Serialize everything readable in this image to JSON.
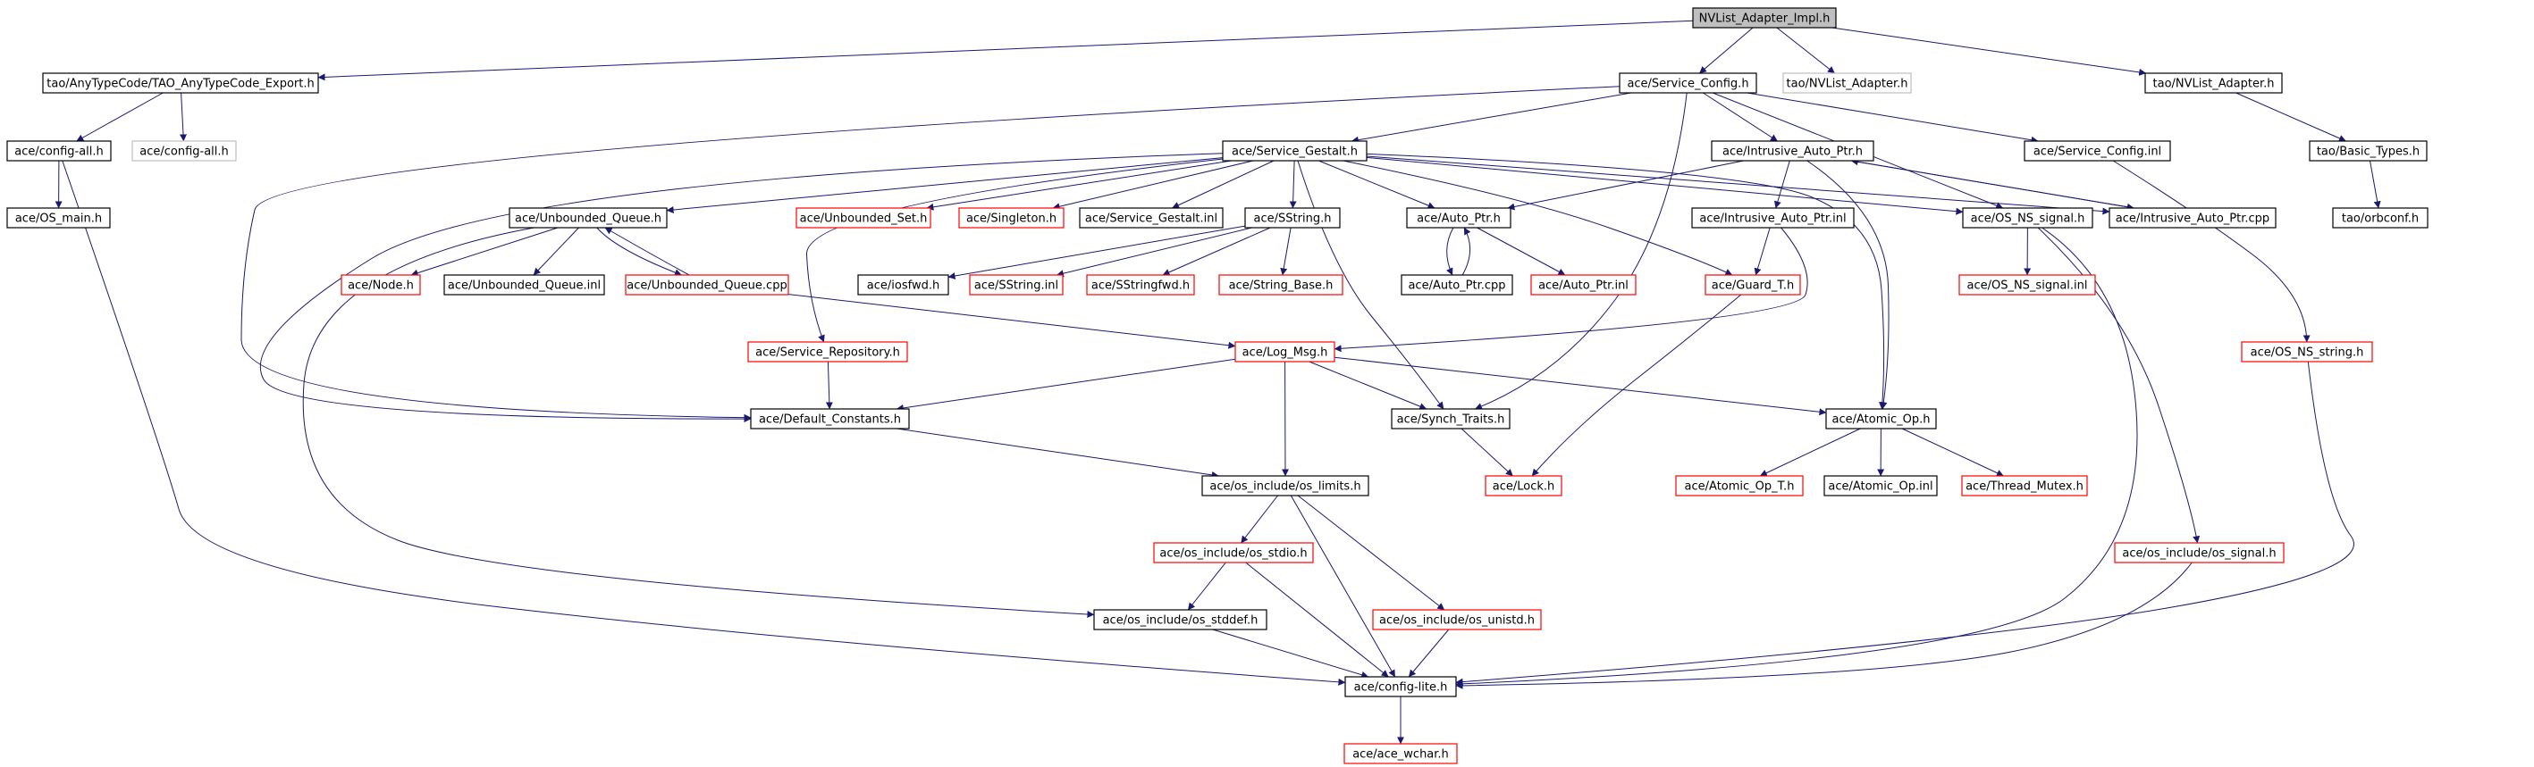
{
  "colors": {
    "background": "#ffffff",
    "edge": "#191970",
    "root_fill": "#bfbfbf",
    "box_black": "#000000",
    "box_red": "#ff0000",
    "box_grey": "#bfbfbf"
  },
  "diagram": {
    "nodes": [
      {
        "id": "nvlist_adapter_impl",
        "label": "NVList_Adapter_Impl.h",
        "style": "root"
      },
      {
        "id": "anytypecode_export",
        "label": "tao/AnyTypeCode/TAO_AnyTypeCode_Export.h",
        "style": "black"
      },
      {
        "id": "service_config_h",
        "label": "ace/Service_Config.h",
        "style": "black"
      },
      {
        "id": "tao_nvlist_adapter_grey",
        "label": "tao/NVList_Adapter.h",
        "style": "grey"
      },
      {
        "id": "tao_nvlist_adapter",
        "label": "tao/NVList_Adapter.h",
        "style": "black"
      },
      {
        "id": "config_all_h",
        "label": "ace/config-all.h",
        "style": "black"
      },
      {
        "id": "config_all_grey",
        "label": "ace/config-all.h",
        "style": "grey"
      },
      {
        "id": "service_gestalt_h",
        "label": "ace/Service_Gestalt.h",
        "style": "black"
      },
      {
        "id": "intrusive_auto_ptr_h",
        "label": "ace/Intrusive_Auto_Ptr.h",
        "style": "black"
      },
      {
        "id": "service_config_inl",
        "label": "ace/Service_Config.inl",
        "style": "black"
      },
      {
        "id": "basic_types_h",
        "label": "tao/Basic_Types.h",
        "style": "black"
      },
      {
        "id": "os_main_h",
        "label": "ace/OS_main.h",
        "style": "black"
      },
      {
        "id": "unbounded_queue_h",
        "label": "ace/Unbounded_Queue.h",
        "style": "black"
      },
      {
        "id": "unbounded_set_h",
        "label": "ace/Unbounded_Set.h",
        "style": "red"
      },
      {
        "id": "singleton_h",
        "label": "ace/Singleton.h",
        "style": "red"
      },
      {
        "id": "service_gestalt_inl",
        "label": "ace/Service_Gestalt.inl",
        "style": "black"
      },
      {
        "id": "sstring_h",
        "label": "ace/SString.h",
        "style": "black"
      },
      {
        "id": "auto_ptr_h",
        "label": "ace/Auto_Ptr.h",
        "style": "black"
      },
      {
        "id": "intrusive_auto_ptr_inl",
        "label": "ace/Intrusive_Auto_Ptr.inl",
        "style": "black"
      },
      {
        "id": "os_ns_signal_h",
        "label": "ace/OS_NS_signal.h",
        "style": "black"
      },
      {
        "id": "intrusive_auto_ptr_cpp",
        "label": "ace/Intrusive_Auto_Ptr.cpp",
        "style": "black"
      },
      {
        "id": "orbconf_h",
        "label": "tao/orbconf.h",
        "style": "black"
      },
      {
        "id": "node_h",
        "label": "ace/Node.h",
        "style": "red"
      },
      {
        "id": "unbounded_queue_inl",
        "label": "ace/Unbounded_Queue.inl",
        "style": "black"
      },
      {
        "id": "unbounded_queue_cpp",
        "label": "ace/Unbounded_Queue.cpp",
        "style": "red"
      },
      {
        "id": "iosfwd_h",
        "label": "ace/iosfwd.h",
        "style": "black"
      },
      {
        "id": "sstring_inl",
        "label": "ace/SString.inl",
        "style": "red"
      },
      {
        "id": "sstringfwd_h",
        "label": "ace/SStringfwd.h",
        "style": "red"
      },
      {
        "id": "string_base_h",
        "label": "ace/String_Base.h",
        "style": "red"
      },
      {
        "id": "auto_ptr_cpp",
        "label": "ace/Auto_Ptr.cpp",
        "style": "black"
      },
      {
        "id": "auto_ptr_inl",
        "label": "ace/Auto_Ptr.inl",
        "style": "red"
      },
      {
        "id": "guard_t_h",
        "label": "ace/Guard_T.h",
        "style": "red"
      },
      {
        "id": "os_ns_signal_inl",
        "label": "ace/OS_NS_signal.inl",
        "style": "red"
      },
      {
        "id": "os_ns_string_h",
        "label": "ace/OS_NS_string.h",
        "style": "red"
      },
      {
        "id": "service_repository_h",
        "label": "ace/Service_Repository.h",
        "style": "red"
      },
      {
        "id": "log_msg_h",
        "label": "ace/Log_Msg.h",
        "style": "red"
      },
      {
        "id": "default_constants_h",
        "label": "ace/Default_Constants.h",
        "style": "black"
      },
      {
        "id": "synch_traits_h",
        "label": "ace/Synch_Traits.h",
        "style": "black"
      },
      {
        "id": "atomic_op_h",
        "label": "ace/Atomic_Op.h",
        "style": "black"
      },
      {
        "id": "os_limits_h",
        "label": "ace/os_include/os_limits.h",
        "style": "black"
      },
      {
        "id": "lock_h",
        "label": "ace/Lock.h",
        "style": "red"
      },
      {
        "id": "atomic_op_t_h",
        "label": "ace/Atomic_Op_T.h",
        "style": "red"
      },
      {
        "id": "atomic_op_inl",
        "label": "ace/Atomic_Op.inl",
        "style": "black"
      },
      {
        "id": "thread_mutex_h",
        "label": "ace/Thread_Mutex.h",
        "style": "red"
      },
      {
        "id": "os_stdio_h",
        "label": "ace/os_include/os_stdio.h",
        "style": "red"
      },
      {
        "id": "os_signal_h",
        "label": "ace/os_include/os_signal.h",
        "style": "red"
      },
      {
        "id": "os_stddef_h",
        "label": "ace/os_include/os_stddef.h",
        "style": "black"
      },
      {
        "id": "os_unistd_h",
        "label": "ace/os_include/os_unistd.h",
        "style": "red"
      },
      {
        "id": "config_lite_h",
        "label": "ace/config-lite.h",
        "style": "black"
      },
      {
        "id": "ace_wchar_h",
        "label": "ace/ace_wchar.h",
        "style": "red"
      }
    ],
    "edges": [
      [
        "nvlist_adapter_impl",
        "anytypecode_export"
      ],
      [
        "nvlist_adapter_impl",
        "service_config_h"
      ],
      [
        "nvlist_adapter_impl",
        "tao_nvlist_adapter_grey"
      ],
      [
        "nvlist_adapter_impl",
        "tao_nvlist_adapter"
      ],
      [
        "anytypecode_export",
        "config_all_h"
      ],
      [
        "anytypecode_export",
        "config_all_grey"
      ],
      [
        "config_all_h",
        "os_main_h"
      ],
      [
        "config_all_h",
        "config_lite_h"
      ],
      [
        "service_config_h",
        "service_gestalt_h"
      ],
      [
        "service_config_h",
        "intrusive_auto_ptr_h"
      ],
      [
        "service_config_h",
        "service_config_inl"
      ],
      [
        "service_config_h",
        "os_ns_signal_h"
      ],
      [
        "service_config_h",
        "default_constants_h"
      ],
      [
        "service_config_h",
        "synch_traits_h"
      ],
      [
        "tao_nvlist_adapter",
        "basic_types_h"
      ],
      [
        "basic_types_h",
        "orbconf_h"
      ],
      [
        "service_config_inl",
        "os_ns_string_h"
      ],
      [
        "os_ns_string_h",
        "config_lite_h"
      ],
      [
        "service_gestalt_h",
        "unbounded_queue_h"
      ],
      [
        "service_gestalt_h",
        "unbounded_set_h"
      ],
      [
        "service_gestalt_h",
        "singleton_h"
      ],
      [
        "service_gestalt_h",
        "service_gestalt_inl"
      ],
      [
        "service_gestalt_h",
        "sstring_h"
      ],
      [
        "service_gestalt_h",
        "auto_ptr_h"
      ],
      [
        "service_gestalt_h",
        "intrusive_auto_ptr_cpp"
      ],
      [
        "service_gestalt_h",
        "os_ns_signal_h"
      ],
      [
        "service_gestalt_h",
        "guard_t_h"
      ],
      [
        "service_gestalt_h",
        "service_repository_h"
      ],
      [
        "service_gestalt_h",
        "synch_traits_h"
      ],
      [
        "service_gestalt_h",
        "atomic_op_h"
      ],
      [
        "service_gestalt_h",
        "default_constants_h"
      ],
      [
        "intrusive_auto_ptr_h",
        "intrusive_auto_ptr_inl"
      ],
      [
        "intrusive_auto_ptr_h",
        "intrusive_auto_ptr_cpp"
      ],
      [
        "intrusive_auto_ptr_h",
        "auto_ptr_h"
      ],
      [
        "intrusive_auto_ptr_h",
        "atomic_op_h"
      ],
      [
        "intrusive_auto_ptr_cpp",
        "intrusive_auto_ptr_h"
      ],
      [
        "intrusive_auto_ptr_inl",
        "guard_t_h"
      ],
      [
        "intrusive_auto_ptr_inl",
        "log_msg_h"
      ],
      [
        "unbounded_queue_h",
        "node_h"
      ],
      [
        "unbounded_queue_h",
        "unbounded_queue_inl"
      ],
      [
        "unbounded_queue_h",
        "unbounded_queue_cpp"
      ],
      [
        "unbounded_queue_h",
        "os_stddef_h"
      ],
      [
        "unbounded_queue_cpp",
        "unbounded_queue_h"
      ],
      [
        "unbounded_queue_cpp",
        "log_msg_h"
      ],
      [
        "sstring_h",
        "iosfwd_h"
      ],
      [
        "sstring_h",
        "sstring_inl"
      ],
      [
        "sstring_h",
        "sstringfwd_h"
      ],
      [
        "sstring_h",
        "string_base_h"
      ],
      [
        "auto_ptr_h",
        "auto_ptr_cpp"
      ],
      [
        "auto_ptr_h",
        "auto_ptr_inl"
      ],
      [
        "auto_ptr_cpp",
        "auto_ptr_h"
      ],
      [
        "os_ns_signal_h",
        "os_ns_signal_inl"
      ],
      [
        "os_ns_signal_h",
        "os_signal_h"
      ],
      [
        "os_ns_signal_h",
        "config_lite_h"
      ],
      [
        "os_signal_h",
        "config_lite_h"
      ],
      [
        "guard_t_h",
        "lock_h"
      ],
      [
        "service_repository_h",
        "default_constants_h"
      ],
      [
        "log_msg_h",
        "default_constants_h"
      ],
      [
        "log_msg_h",
        "synch_traits_h"
      ],
      [
        "log_msg_h",
        "atomic_op_h"
      ],
      [
        "log_msg_h",
        "os_limits_h"
      ],
      [
        "default_constants_h",
        "os_limits_h"
      ],
      [
        "synch_traits_h",
        "lock_h"
      ],
      [
        "atomic_op_h",
        "atomic_op_t_h"
      ],
      [
        "atomic_op_h",
        "atomic_op_inl"
      ],
      [
        "atomic_op_h",
        "thread_mutex_h"
      ],
      [
        "os_limits_h",
        "os_stdio_h"
      ],
      [
        "os_limits_h",
        "os_unistd_h"
      ],
      [
        "os_limits_h",
        "config_lite_h"
      ],
      [
        "os_stdio_h",
        "os_stddef_h"
      ],
      [
        "os_stdio_h",
        "config_lite_h"
      ],
      [
        "os_unistd_h",
        "config_lite_h"
      ],
      [
        "os_stddef_h",
        "config_lite_h"
      ],
      [
        "config_lite_h",
        "ace_wchar_h"
      ]
    ]
  }
}
